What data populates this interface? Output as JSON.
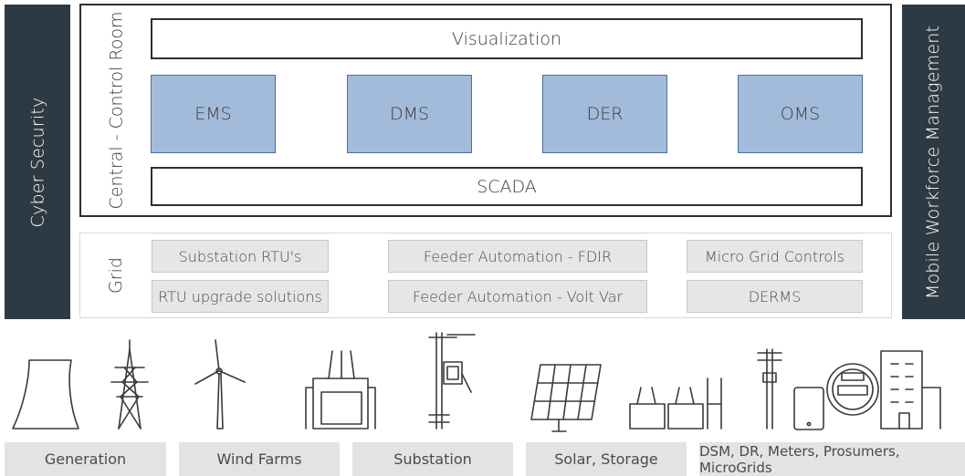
{
  "left_sidebar": {
    "label": "Cyber Security"
  },
  "right_sidebar": {
    "label": "Mobile Workforce Management"
  },
  "control_room": {
    "label": "Central - Control Room",
    "visualization": "Visualization",
    "modules": [
      "EMS",
      "DMS",
      "DER",
      "OMS"
    ],
    "scada": "SCADA",
    "module_color": "#a3bbdb"
  },
  "grid": {
    "label": "Grid",
    "items": [
      "Substation RTU's",
      "Feeder Automation - FDIR",
      "Micro Grid Controls",
      "RTU upgrade solutions",
      "Feeder Automation - Volt Var",
      "DERMS"
    ]
  },
  "categories": [
    "Generation",
    "Wind Farms",
    "Substation",
    "Solar, Storage",
    "DSM, DR, Meters, Prosumers, MicroGrids"
  ],
  "icons": [
    "cooling-tower-icon",
    "transmission-tower-icon",
    "wind-turbine-icon",
    "transformer-icon",
    "pole-mounted-equipment-icon",
    "solar-panel-icon",
    "battery-storage-icon",
    "meter-pole-icon",
    "tablet-icon",
    "smart-meter-icon",
    "building-icon"
  ],
  "sidebar_color": "#2e3a43"
}
